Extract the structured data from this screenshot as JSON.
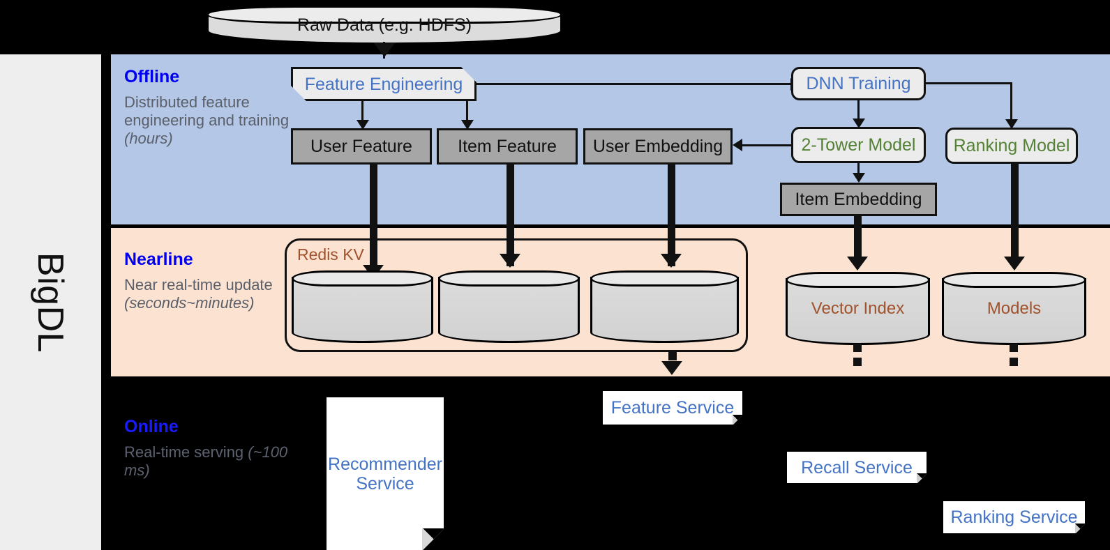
{
  "rail": {
    "label": "BigDL"
  },
  "bands": {
    "offline": {
      "name": "Offline",
      "desc_line1": "Distributed feature engineering and training ",
      "desc_em": "(hours)",
      "color": "#b4c7e7"
    },
    "nearline": {
      "name": "Nearline",
      "desc_line1": "Near real-time update ",
      "desc_em": "(seconds~minutes)",
      "color": "#fbe2d1"
    },
    "online": {
      "name": "Online",
      "desc_line1": "Real-time serving ",
      "desc_em": "(~100 ms)",
      "color": "#000000"
    }
  },
  "nodes": {
    "raw_data": "Raw Data (e.g. HDFS)",
    "feature_engineering": "Feature Engineering",
    "dnn_training": "DNN Training",
    "user_feature": "User Feature",
    "item_feature": "Item Feature",
    "user_embedding": "User Embedding",
    "two_tower_model": "2-Tower Model",
    "ranking_model": "Ranking Model",
    "item_embedding": "Item Embedding",
    "redis_kv": "Redis KV",
    "redis_store_1": "",
    "redis_store_2": "",
    "redis_store_3": "",
    "vector_index": "Vector Index",
    "models": "Models",
    "feature_service": "Feature Service",
    "recommender_service": "Recommender Service",
    "recall_service": "Recall Service",
    "ranking_service": "Ranking Service"
  },
  "colors": {
    "offline_band": "#b4c7e7",
    "nearline_band": "#fbe2d1",
    "online_band": "#000000",
    "rail": "#eeeeee",
    "stage_name": "#0000ee",
    "stage_desc": "#5a5f6a",
    "blue_text": "#4472c4",
    "green_text": "#538135",
    "brown_text": "#a0522d",
    "gray_store": "#a6a6a6",
    "light_box": "#ececec"
  }
}
